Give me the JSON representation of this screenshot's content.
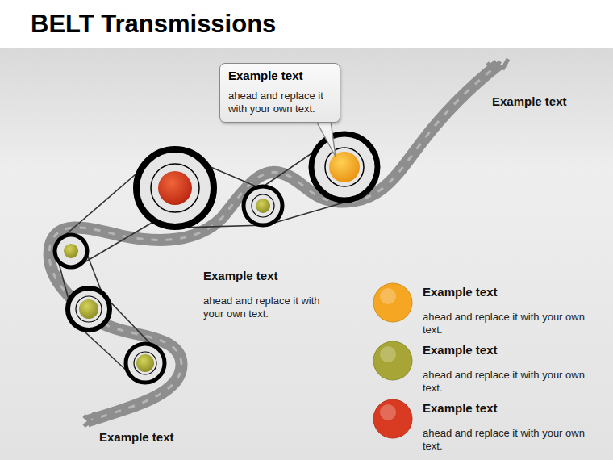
{
  "diagram": {
    "title": "BELT Transmissions",
    "nodes": [
      {
        "text": [
          "Example text",
          "ahead and replace it with your own text."
        ]
      }
    ],
    "labels": [
      "Example text",
      "Example text",
      "ahead and replace it with your own text.",
      "Example text",
      "ahead and replace it with your own text.",
      "ahead and replace it with your own text.",
      "ahead and replace it with your own text."
    ],
    "legend": [
      {
        "text": "Example text",
        "color": "#f5a623"
      },
      {
        "text": "Example text",
        "color": "#a6a535"
      },
      {
        "text": "Example text",
        "color": "#d93a22"
      }
    ]
  }
}
